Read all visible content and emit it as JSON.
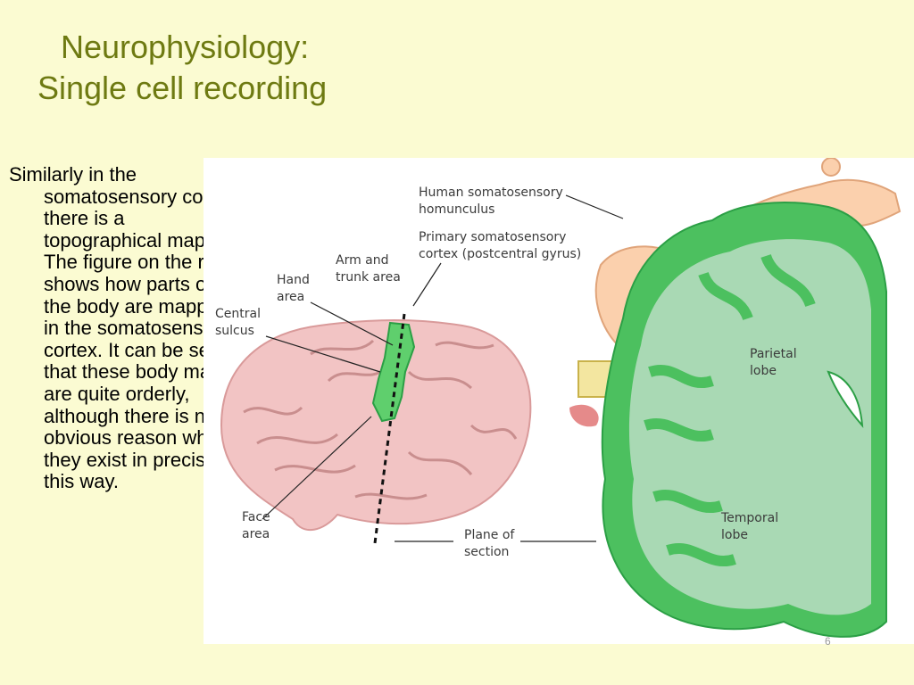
{
  "slide": {
    "title_line1": "Neurophysiology:",
    "title_line2": "Single cell recording",
    "body": "Similarly in the somatosensory cortex there is a topographical map.  The figure on the right shows how parts of the body are mapped in the somatosensory cortex.  It can be see that these body maps are quite orderly, although there is no obvious reason why they exist in precisely this way.",
    "page_number": "6"
  },
  "figure": {
    "labels": {
      "homunculus": "Human somatosensory\nhomunculus",
      "primary_cortex": "Primary somatosensory\ncortex (postcentral gyrus)",
      "arm_trunk": "Arm and\ntrunk area",
      "hand": "Hand\narea",
      "central_sulcus": "Central\nsulcus",
      "face": "Face\narea",
      "plane": "Plane of\nsection",
      "parietal": "Parietal\nlobe",
      "temporal": "Temporal\nlobe"
    }
  },
  "colors": {
    "background": "#fbfbd2",
    "title": "#6e7a12",
    "brain": "#f2c4c4",
    "cortex_green": "#4cc05f",
    "white_matter": "#a9d9b4"
  }
}
